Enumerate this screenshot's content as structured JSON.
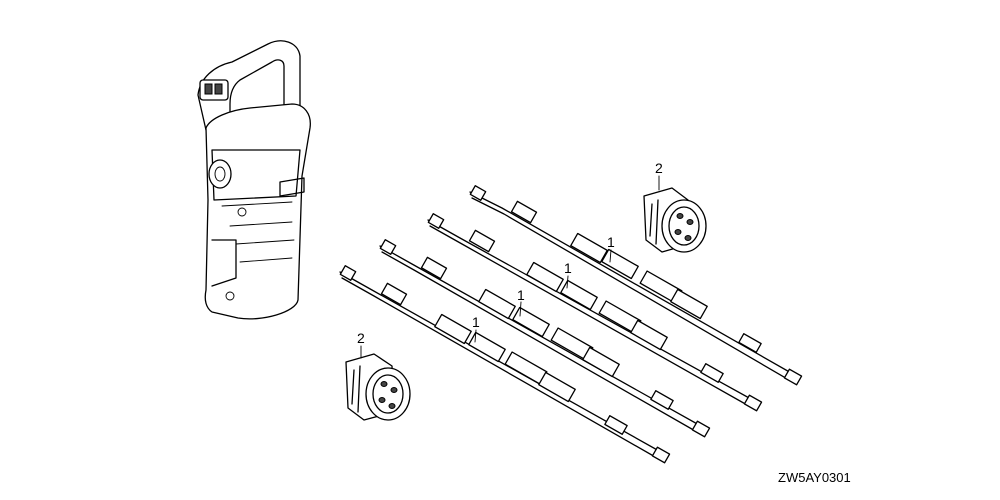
{
  "diagram": {
    "code": "ZW5AY0301",
    "callouts": [
      {
        "id": "callout-1-a",
        "text": "1"
      },
      {
        "id": "callout-1-b",
        "text": "1"
      },
      {
        "id": "callout-1-c",
        "text": "1"
      },
      {
        "id": "callout-1-d",
        "text": "1"
      },
      {
        "id": "callout-2-top",
        "text": "2"
      },
      {
        "id": "callout-2-bottom",
        "text": "2"
      }
    ]
  }
}
